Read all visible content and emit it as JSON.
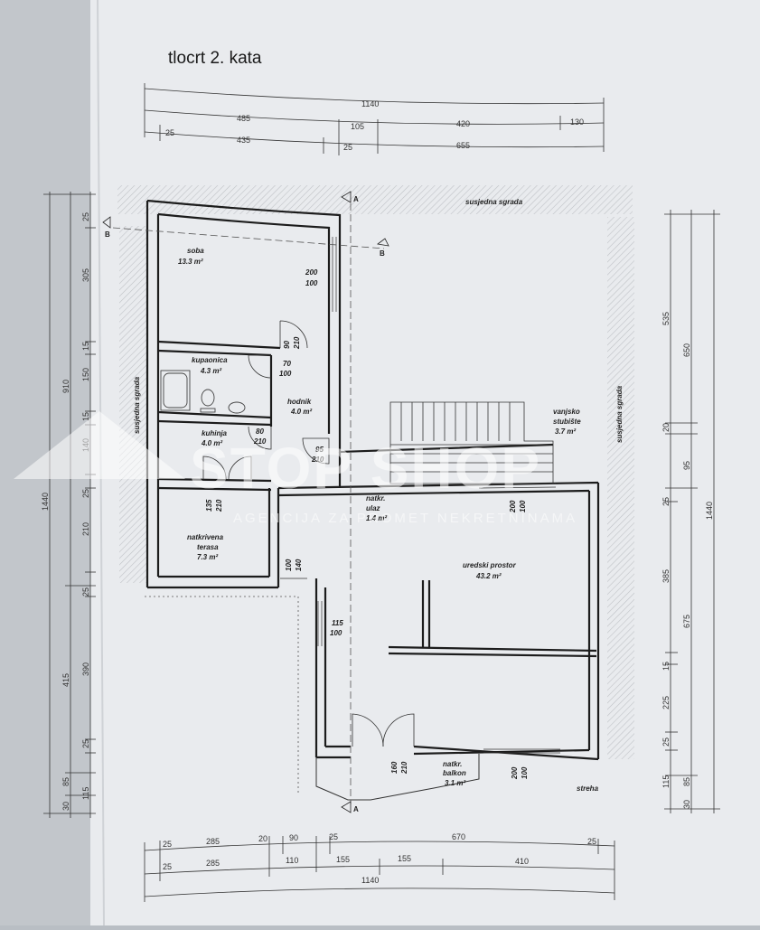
{
  "title": "tlocrt 2. kata",
  "watermark": {
    "brand": "STOP SHOP",
    "tagline": "AGENCIJA ZA PROMET NEKRETNINAMA"
  },
  "neighbors": {
    "top": "susjedna sgrada",
    "left": "susjedna sgrada",
    "right": "susjedna sgrada",
    "bottom": "streha"
  },
  "section_marks": {
    "a": "A",
    "b": "B"
  },
  "rooms": {
    "soba": {
      "name": "soba",
      "area": "13.3 m²"
    },
    "kupaonica": {
      "name": "kupaonica",
      "area": "4.3 m²"
    },
    "hodnik": {
      "name": "hodnik",
      "area": "4.0 m²"
    },
    "kuhinja": {
      "name": "kuhinja",
      "area": "4.0 m²"
    },
    "terasa": {
      "name1": "natkrivena",
      "name2": "terasa",
      "area": "7.3 m²"
    },
    "ulaz": {
      "name1": "natkr.",
      "name2": "ulaz",
      "area": "1.4 m²"
    },
    "stubiste": {
      "name1": "vanjsko",
      "name2": "stubište",
      "area": "3.7 m²"
    },
    "ured": {
      "name": "uredski prostor",
      "area": "43.2 m²"
    },
    "balkon": {
      "name1": "natkr.",
      "name2": "balkon",
      "area": "3.1 m²"
    }
  },
  "openings": {
    "soba_window": [
      "200",
      "100"
    ],
    "soba_door": [
      "90",
      "210"
    ],
    "kup_door": [
      "70",
      "100"
    ],
    "kuh_door": [
      "80",
      "210"
    ],
    "hod_door": [
      "95",
      "210"
    ],
    "ter_door": [
      "135",
      "210"
    ],
    "ter_window": [
      "100",
      "140"
    ],
    "ured_window_top": [
      "200",
      "100"
    ],
    "ured_window_left": [
      "115",
      "100"
    ],
    "ured_door_bottom": [
      "160",
      "210"
    ],
    "ured_window_bottom": [
      "200",
      "100"
    ]
  },
  "dims_top": {
    "row1": [
      "1140"
    ],
    "row2": [
      "485",
      "105",
      "420",
      "130"
    ],
    "row3": [
      "25",
      "435",
      "25",
      "655"
    ]
  },
  "dims_bottom": {
    "row1": [
      "25",
      "285",
      "20",
      "90",
      "25",
      "670",
      "25"
    ],
    "row2": [
      "25",
      "285",
      "110",
      "155",
      "155",
      "410"
    ],
    "row3": [
      "1140"
    ]
  },
  "dims_left": {
    "outer": [
      "1440"
    ],
    "mid": [
      "910",
      "415",
      "85",
      "30"
    ],
    "inner": [
      "25",
      "305",
      "15",
      "150",
      "15",
      "140",
      "25",
      "210",
      "25",
      "390",
      "25",
      "115"
    ]
  },
  "dims_right": {
    "outer": [
      "1440"
    ],
    "mid": [
      "650",
      "95",
      "675",
      "85",
      "30"
    ],
    "inner": [
      "535",
      "20",
      "25",
      "385",
      "15",
      "225",
      "25",
      "115"
    ]
  }
}
